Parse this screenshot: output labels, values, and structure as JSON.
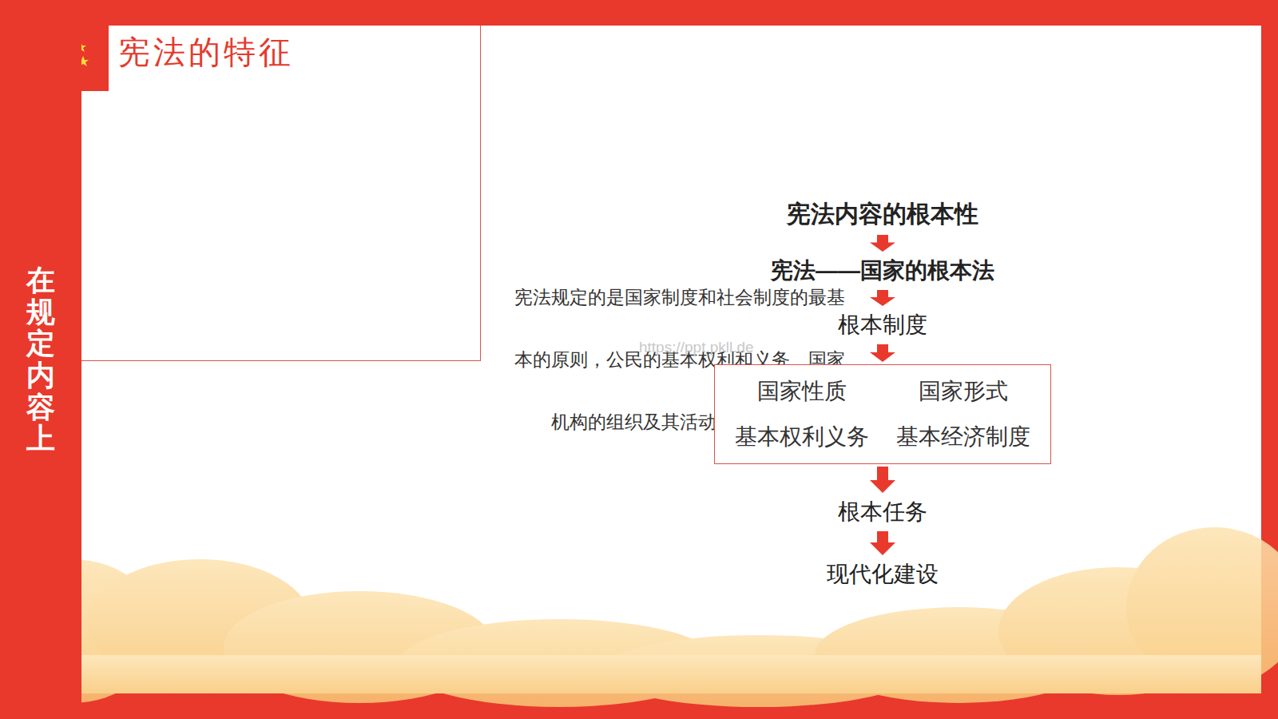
{
  "diagram": {
    "title": "宪法的特征",
    "nodes": [
      {
        "text": [
          "在规定内容上",
          "宪法规定的是国家制度和社会制度的最基本的原则，公民的基本权利和义务、国家机构的组织及其活动的原则等。"
        ]
      },
      {
        "text": [
          "宪法内容的根本性"
        ]
      },
      {
        "text": [
          "宪法——国家的根本法"
        ]
      },
      {
        "text": [
          "根本制度"
        ]
      },
      {
        "text": [
          "国家性质",
          "国家形式",
          "基本权利义务",
          "基本经济制度"
        ]
      },
      {
        "text": [
          "根本任务"
        ]
      },
      {
        "text": [
          "现代化建设"
        ]
      }
    ],
    "edges": [
      {
        "from": 1,
        "to": 2,
        "arrow": "to"
      },
      {
        "from": 2,
        "to": 3,
        "arrow": "to"
      },
      {
        "from": 3,
        "to": 4,
        "arrow": "to"
      },
      {
        "from": 4,
        "to": 5,
        "arrow": "to"
      },
      {
        "from": 5,
        "to": 6,
        "arrow": "to"
      }
    ],
    "labels": [
      "https://ppt.pkll.de"
    ]
  }
}
